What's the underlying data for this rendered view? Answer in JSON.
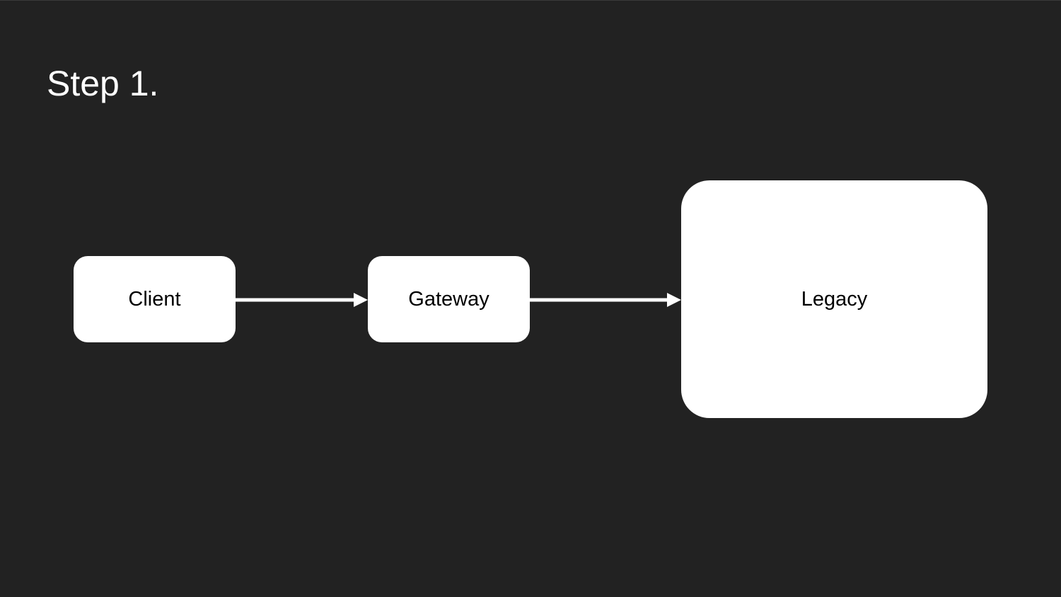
{
  "slide": {
    "title": "Step 1."
  },
  "diagram": {
    "nodes": [
      {
        "id": "client",
        "label": "Client"
      },
      {
        "id": "gateway",
        "label": "Gateway"
      },
      {
        "id": "legacy",
        "label": "Legacy"
      }
    ],
    "edges": [
      {
        "from": "client",
        "to": "gateway"
      },
      {
        "from": "gateway",
        "to": "legacy"
      }
    ]
  },
  "colors": {
    "background": "#222222",
    "node_fill": "#ffffff",
    "edge": "#ffffff",
    "title_text": "#ffffff",
    "node_text": "#000000"
  }
}
